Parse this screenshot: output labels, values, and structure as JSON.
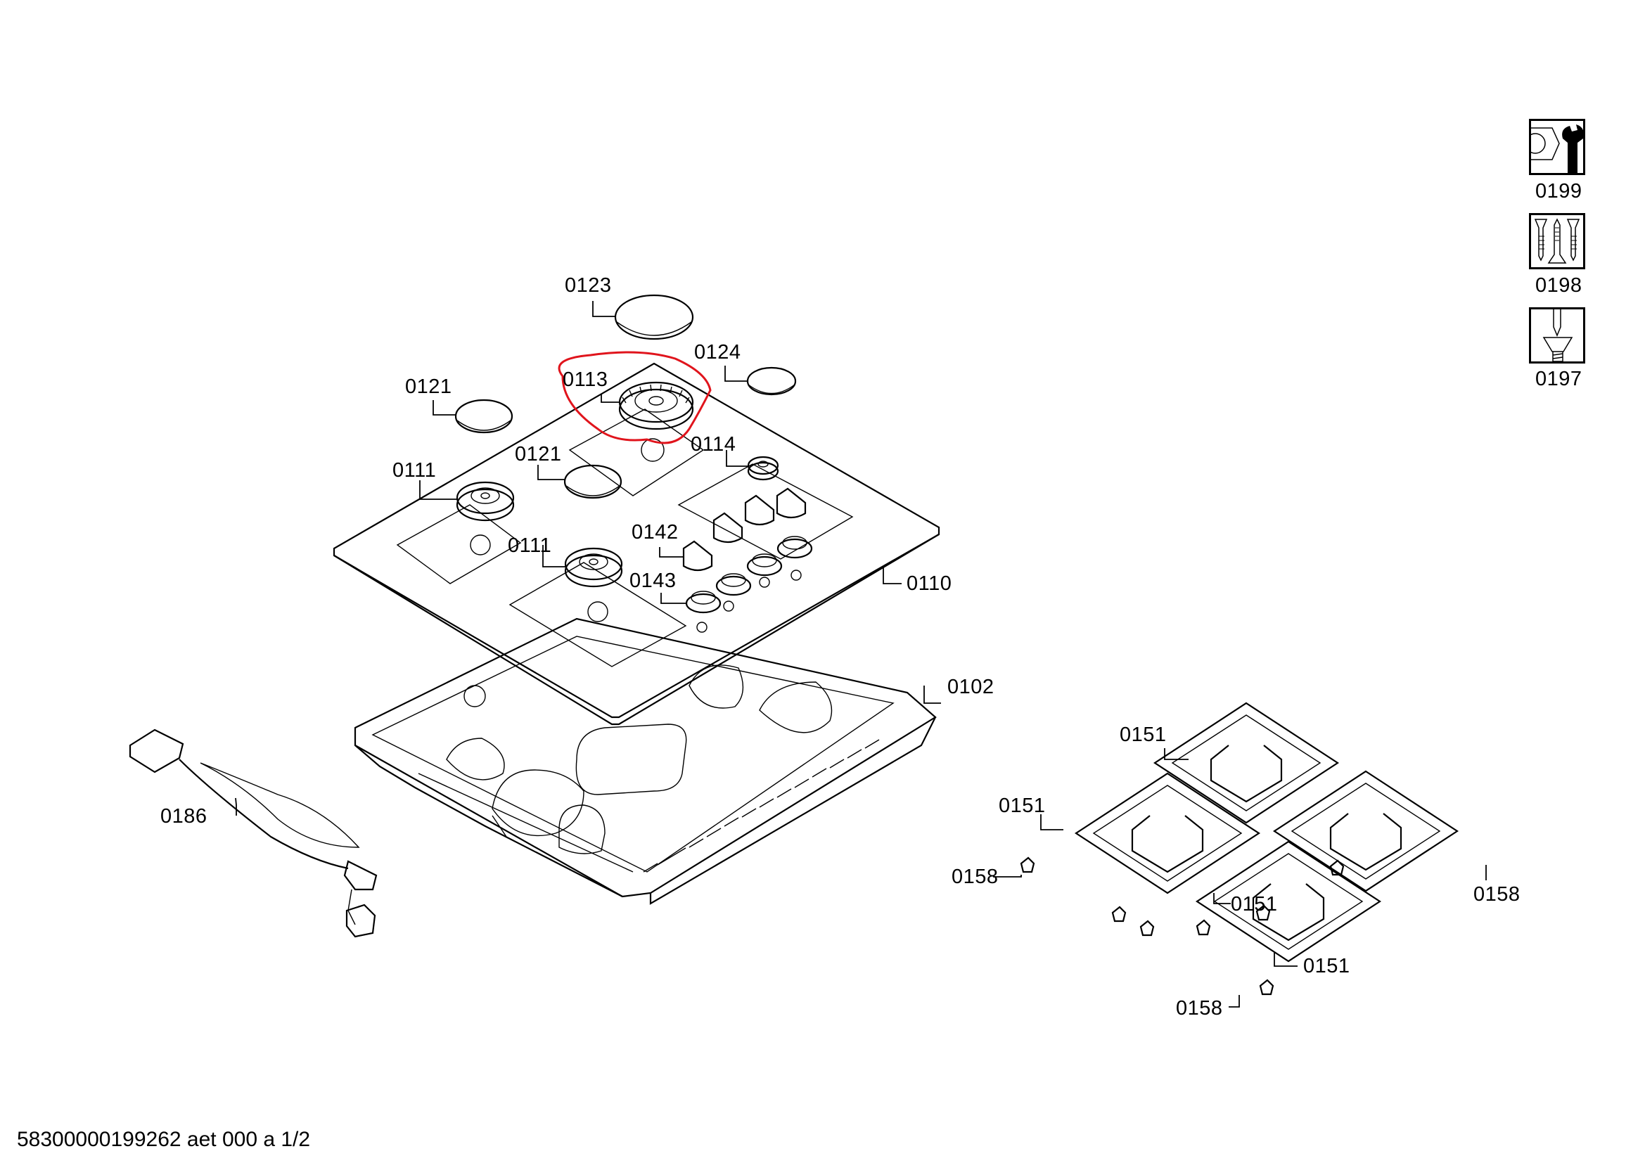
{
  "diagram": {
    "footer_text": "58300000199262 aet 000 a 1/2",
    "highlight_color": "#e0141c",
    "highlighted_part": "0113",
    "labels": {
      "p0123": "0123",
      "p0124": "0124",
      "p0113": "0113",
      "p0121a": "0121",
      "p0121b": "0121",
      "p0114": "0114",
      "p0111a": "0111",
      "p0111b": "0111",
      "p0142": "0142",
      "p0143": "0143",
      "p0110": "0110",
      "p0102": "0102",
      "p0186": "0186",
      "p0151a": "0151",
      "p0151b": "0151",
      "p0151c": "0151",
      "p0151d": "0151",
      "p0158a": "0158",
      "p0158b": "0158",
      "p0158c": "0158"
    },
    "tool_icons": [
      {
        "code": "0199",
        "icon": "nut-wrench-icon"
      },
      {
        "code": "0198",
        "icon": "screws-icon"
      },
      {
        "code": "0197",
        "icon": "screwdriver-icon"
      }
    ]
  }
}
